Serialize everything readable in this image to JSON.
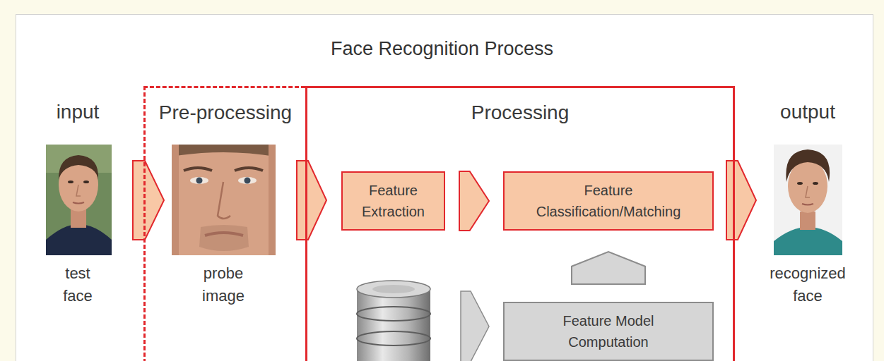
{
  "diagram": {
    "title": "Face Recognition Process",
    "nodes": [
      {
        "text": [
          "Pre-processing"
        ]
      },
      {
        "text": [
          "Processing"
        ]
      },
      {
        "text": [
          "Feature Extraction"
        ],
        "in": 1
      },
      {
        "text": [
          "Feature Classification/Matching"
        ],
        "in": 1
      },
      {
        "text": [
          "Feature Model Computation"
        ],
        "in": 1
      }
    ],
    "edges": [
      {
        "from": 2,
        "to": 3,
        "arrow": "to"
      },
      {
        "from": 4,
        "to": 3,
        "arrow": "to"
      }
    ],
    "labels": [
      "input",
      "test face",
      "probe image",
      "output",
      "recognized face"
    ]
  }
}
